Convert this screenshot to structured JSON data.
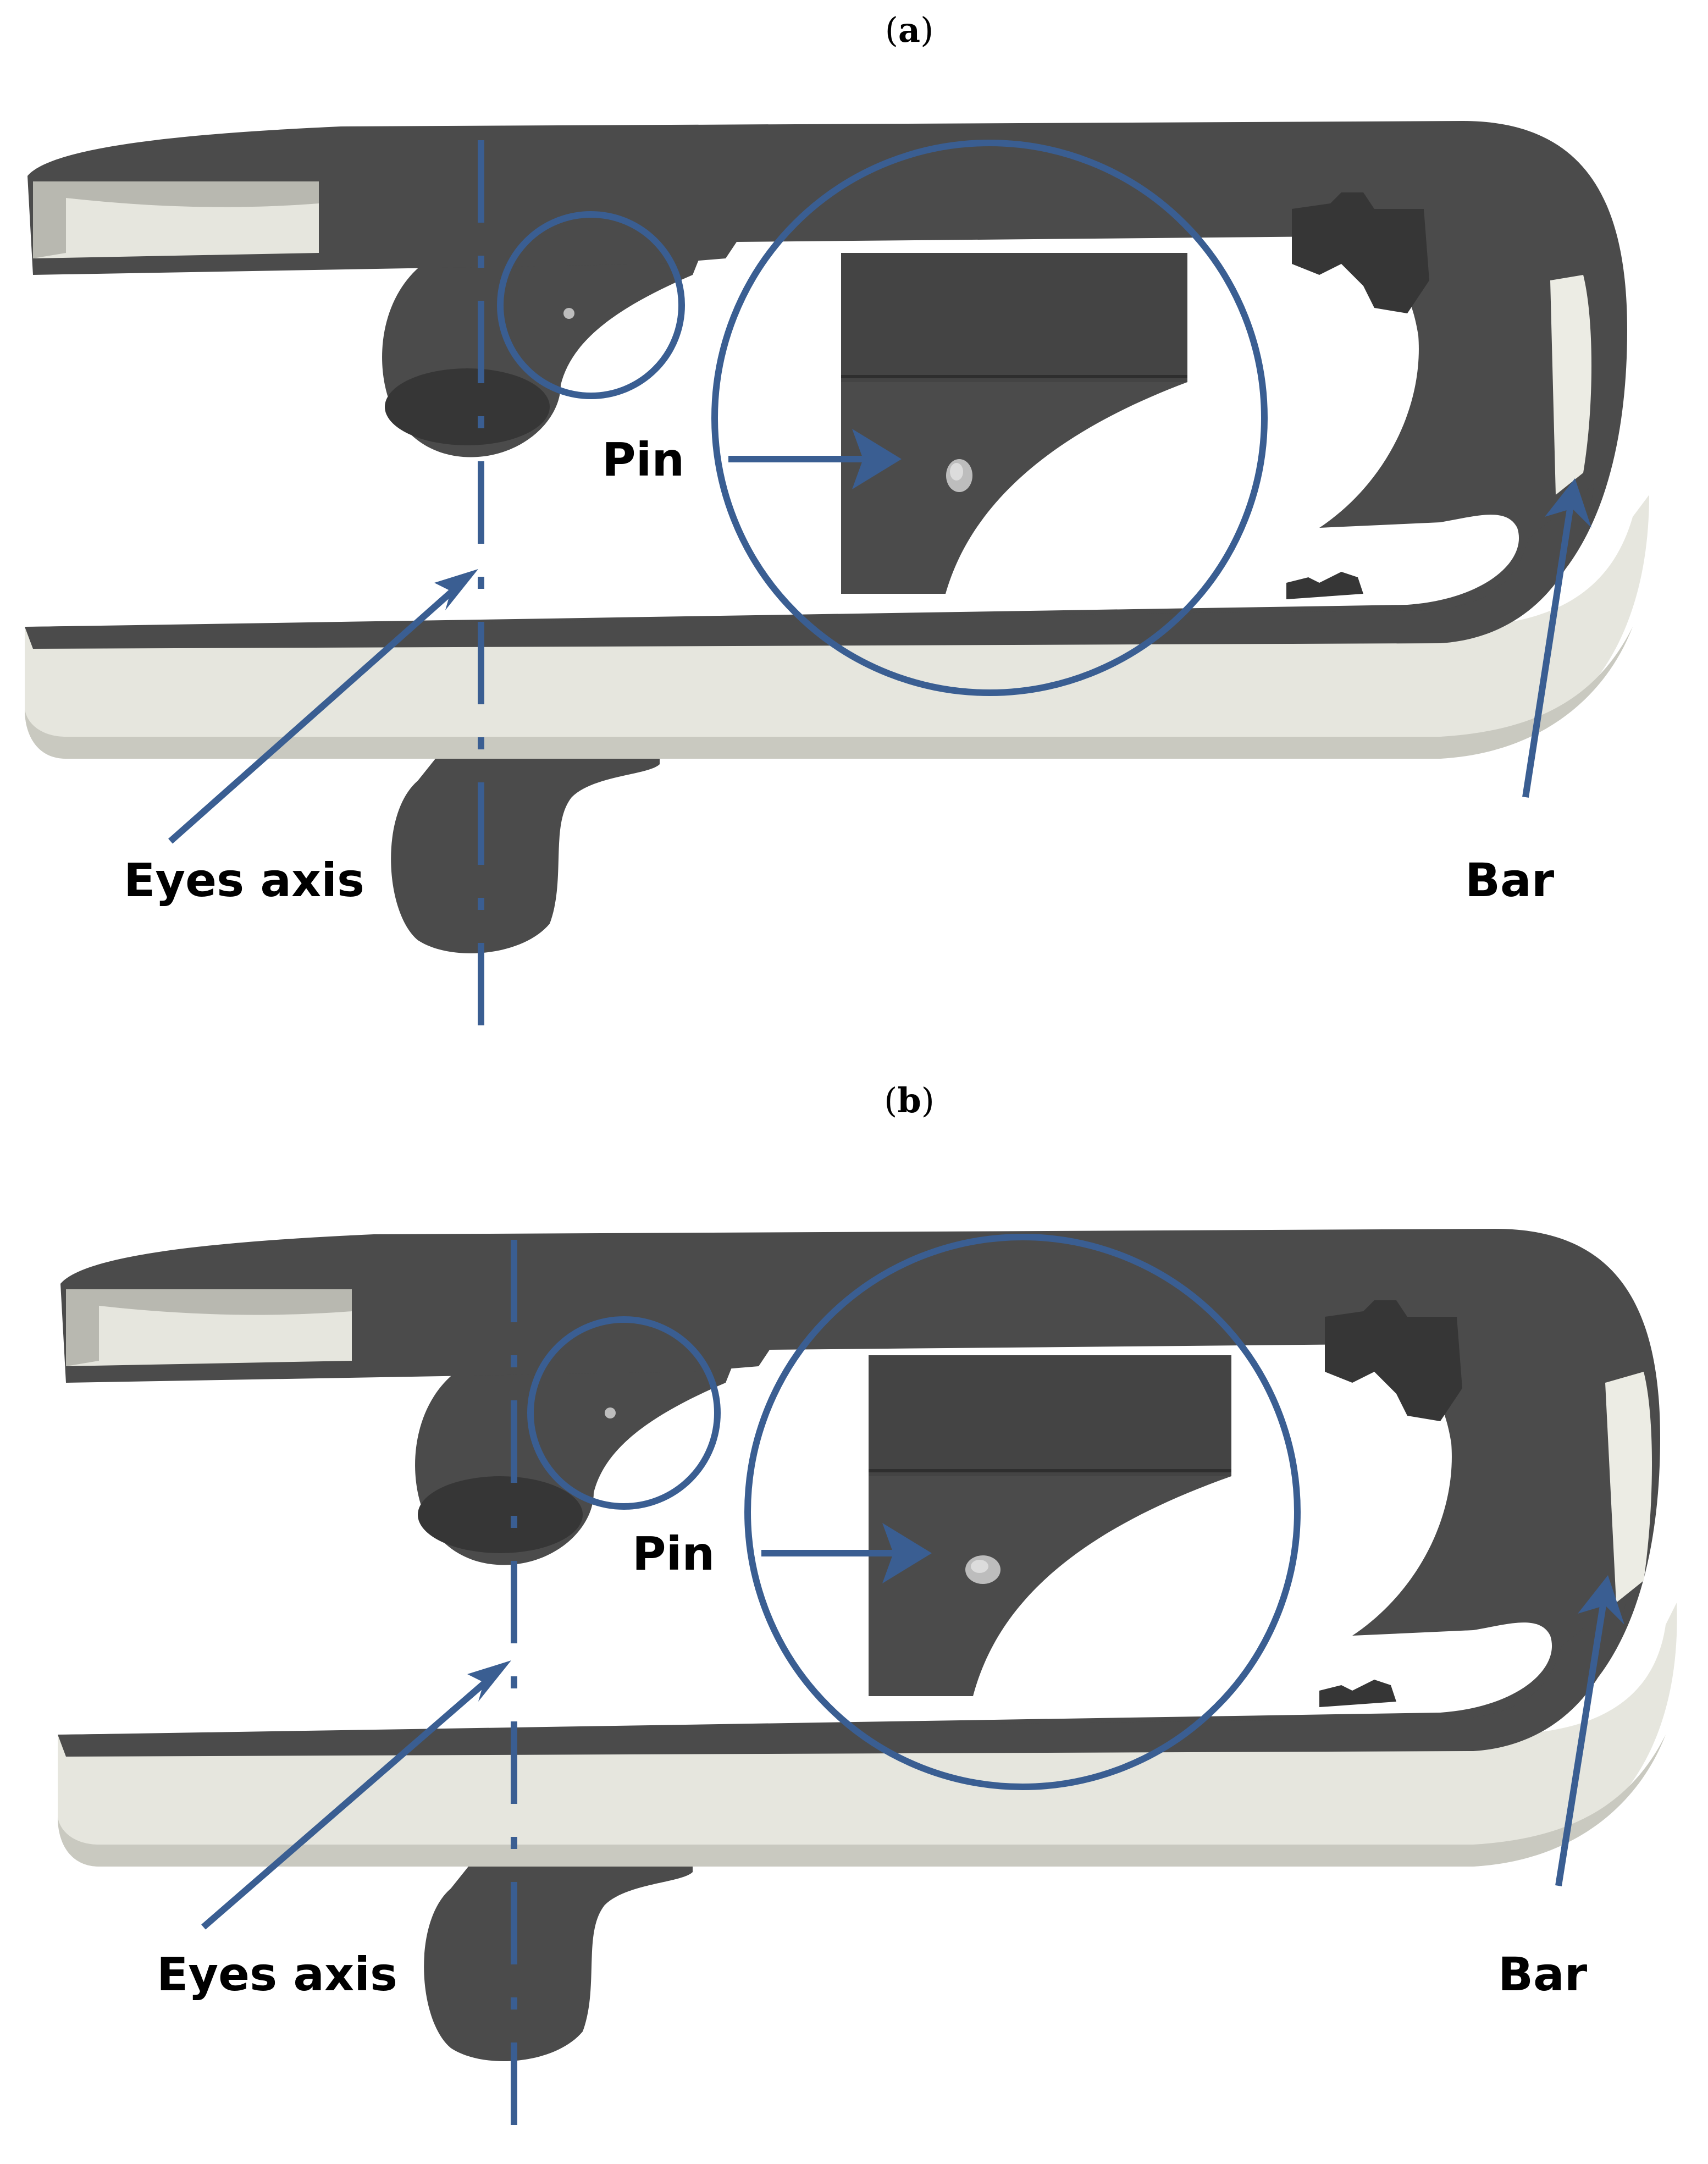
{
  "panels": [
    {
      "caption_letter": "a",
      "labels": {
        "pin": "Pin",
        "eyes_axis": "Eyes axis",
        "bar": "Bar"
      }
    },
    {
      "caption_letter": "b",
      "labels": {
        "pin": "Pin",
        "eyes_axis": "Eyes axis",
        "bar": "Bar"
      }
    }
  ],
  "colors": {
    "annotation_blue": "#3a5e92",
    "part_dark": "#4b4b4b",
    "part_shadow": "#363636",
    "part_light": "#e6e6de",
    "part_light_shade": "#c9c9c0"
  }
}
